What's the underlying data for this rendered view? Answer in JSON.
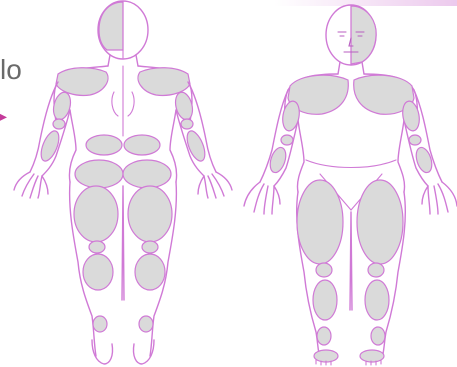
{
  "image": {
    "side_text": "lo",
    "side_arrow": "▸",
    "colors": {
      "outline": "#d07ad6",
      "region_fill": "#dadada",
      "text": "#6a6a6a",
      "arrow": "#c43a9a"
    },
    "figures": [
      {
        "view": "back"
      },
      {
        "view": "front"
      }
    ]
  }
}
